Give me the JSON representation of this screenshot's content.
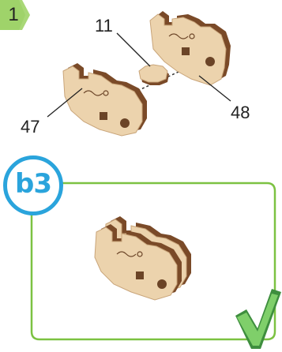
{
  "step": {
    "number": "1"
  },
  "parts": {
    "label_11": "11",
    "label_47": "47",
    "label_48": "48"
  },
  "result": {
    "badge": "b3"
  },
  "colors": {
    "step_tab": "#9fd36a",
    "frame": "#7cc242",
    "badge": "#2aa4dc",
    "check": "#5cb85c",
    "wood_face": "#ecd3ad",
    "wood_edge": "#7a4a28"
  },
  "icons": [
    "step-tab-arrow",
    "checkmark-icon"
  ]
}
